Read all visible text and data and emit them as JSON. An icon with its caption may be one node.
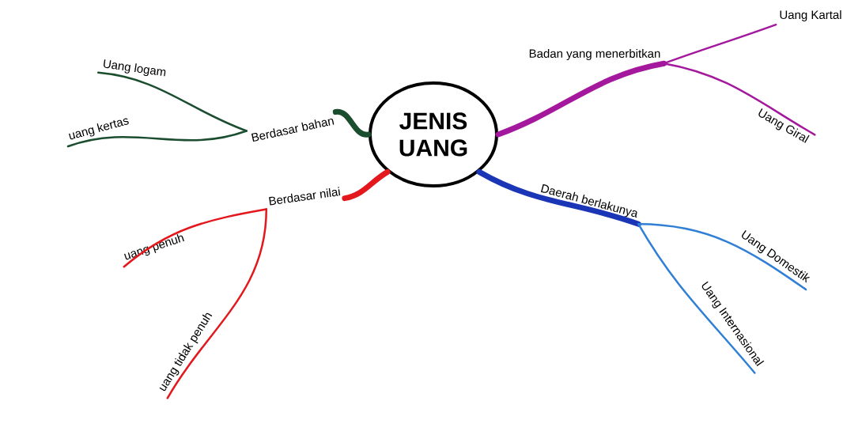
{
  "diagram": {
    "nodes": [
      {
        "text": [
          "JENIS UANG"
        ]
      },
      {
        "text": [
          "Berdasar bahan"
        ]
      },
      {
        "text": [
          "Uang logam"
        ]
      },
      {
        "text": [
          "uang kertas"
        ]
      },
      {
        "text": [
          "Badan yang menerbitkan"
        ]
      },
      {
        "text": [
          "Uang Kartal"
        ]
      },
      {
        "text": [
          "Uang Giral"
        ]
      },
      {
        "text": [
          "Berdasar nilai"
        ]
      },
      {
        "text": [
          "uang penuh"
        ]
      },
      {
        "text": [
          "uang tidak penuh"
        ]
      },
      {
        "text": [
          "Daerah berlakunya"
        ]
      },
      {
        "text": [
          "Uang Domestik"
        ]
      },
      {
        "text": [
          "Uang Internasional"
        ]
      }
    ],
    "edges": [
      {
        "from": 0,
        "to": 1,
        "arrow": "none",
        "style": "thick",
        "color": "#1b4d2f"
      },
      {
        "from": 1,
        "to": 2,
        "arrow": "none",
        "color": "#1b4d2f"
      },
      {
        "from": 1,
        "to": 3,
        "arrow": "none",
        "color": "#1b4d2f"
      },
      {
        "from": 0,
        "to": 4,
        "arrow": "none",
        "style": "thick",
        "color": "#a3189c"
      },
      {
        "from": 4,
        "to": 5,
        "arrow": "none",
        "color": "#a3189c"
      },
      {
        "from": 4,
        "to": 6,
        "arrow": "none",
        "color": "#a3189c"
      },
      {
        "from": 0,
        "to": 7,
        "arrow": "none",
        "style": "thick",
        "color": "#e3171c"
      },
      {
        "from": 7,
        "to": 8,
        "arrow": "none",
        "color": "#e3171c"
      },
      {
        "from": 7,
        "to": 9,
        "arrow": "none",
        "color": "#e3171c"
      },
      {
        "from": 0,
        "to": 10,
        "arrow": "none",
        "style": "thick",
        "color": "#1a35b5"
      },
      {
        "from": 10,
        "to": 11,
        "arrow": "none",
        "color": "#2f7fd6"
      },
      {
        "from": 10,
        "to": 12,
        "arrow": "none",
        "color": "#2f7fd6"
      }
    ]
  }
}
